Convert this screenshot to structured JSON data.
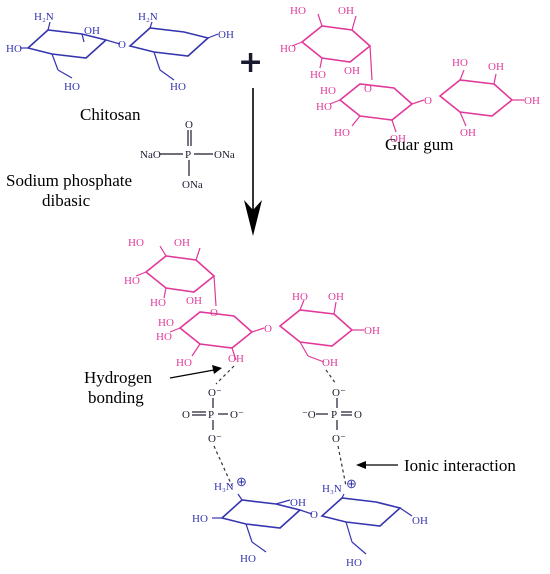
{
  "colors": {
    "chitosan": "#3535b0",
    "guar": "#e0399a",
    "phosphate": "#1a1a2e",
    "text": "#000000"
  },
  "labels": {
    "chitosan": "Chitosan",
    "guar_gum": "Guar gum",
    "sodium_phosphate_line1": "Sodium phosphate",
    "sodium_phosphate_line2": "dibasic",
    "hydrogen_bonding_line1": "Hydrogen",
    "hydrogen_bonding_line2": "bonding",
    "ionic_interaction": "Ionic interaction"
  },
  "atoms": {
    "h2n": "H₂N",
    "h3n": "H₃N",
    "nh3": "N",
    "oh": "OH",
    "ho": "HO",
    "o": "O",
    "p": "P",
    "nao": "NaO",
    "ona": "ONa",
    "plus_charge": "⊕",
    "o_minus": "O⁻",
    "minus_o": "⁻O"
  },
  "symbols": {
    "plus": "+"
  }
}
